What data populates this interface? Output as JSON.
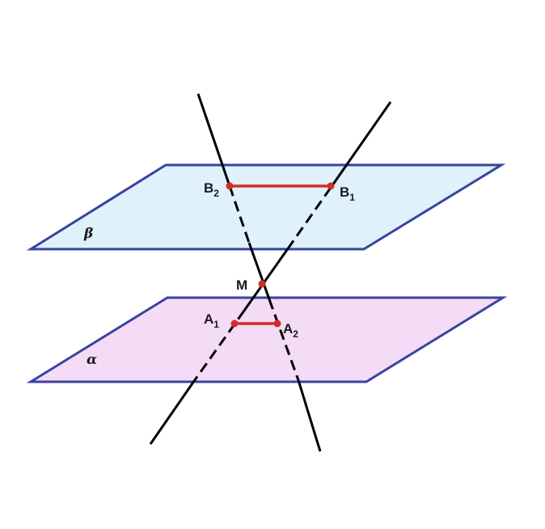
{
  "colors": {
    "plane_beta_fill": "#dff1fb",
    "plane_alpha_fill": "#f4dbf6",
    "plane_edge": "#3a43a0",
    "line": "#000000",
    "segment": "#d42a2a",
    "point": "#d42a2a"
  },
  "planes": {
    "beta": {
      "label": "β"
    },
    "alpha": {
      "label": "α"
    }
  },
  "points": {
    "B2": {
      "main": "B",
      "sub": "2"
    },
    "B1": {
      "main": "B",
      "sub": "1"
    },
    "M": {
      "main": "M",
      "sub": ""
    },
    "A1": {
      "main": "A",
      "sub": "1"
    },
    "A2": {
      "main": "A",
      "sub": "2"
    }
  },
  "segments": [
    "B2B1",
    "A1A2"
  ]
}
